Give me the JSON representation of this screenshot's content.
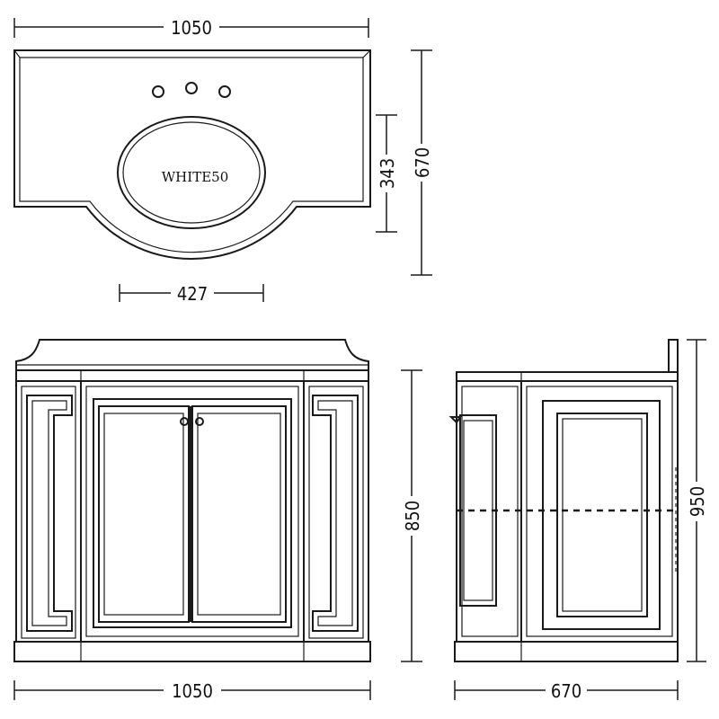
{
  "top_view": {
    "width_label": "1050",
    "depth_label": "670",
    "basin_depth_label": "343",
    "basin_width_label": "427",
    "basin_text": "WHITE50"
  },
  "front_view": {
    "width_label": "1050",
    "height_label": "850"
  },
  "side_view": {
    "depth_label": "670",
    "height_label": "950"
  }
}
